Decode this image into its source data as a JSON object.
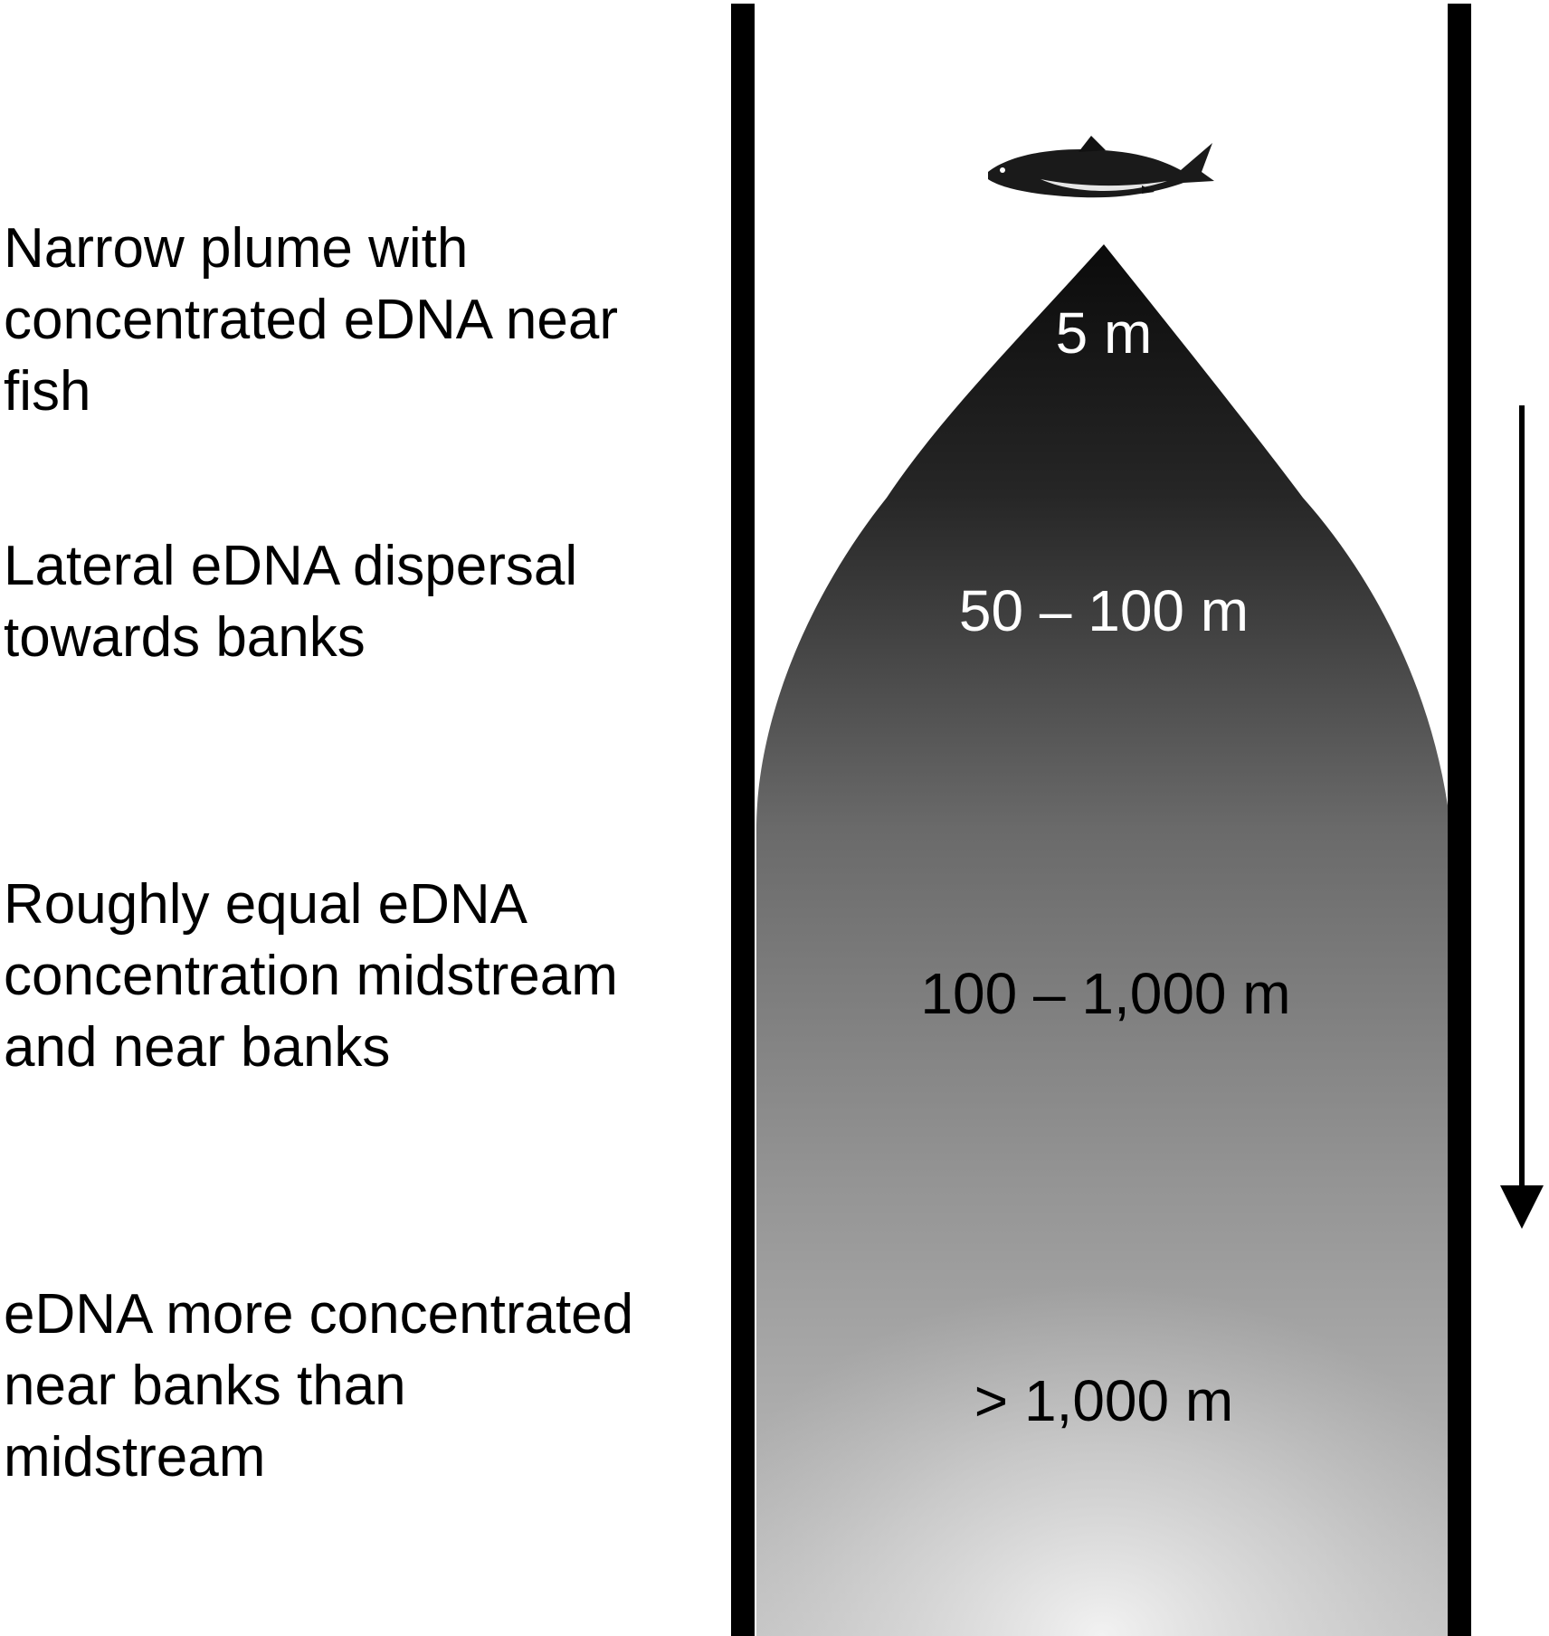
{
  "stages": [
    {
      "lines": [
        "Narrow plume with",
        "concentrated eDNA near",
        "fish"
      ],
      "distance": "5 m"
    },
    {
      "lines": [
        "Lateral eDNA dispersal",
        "towards banks"
      ],
      "distance": "50 – 100 m"
    },
    {
      "lines": [
        "Roughly equal eDNA",
        "concentration midstream",
        "and near banks"
      ],
      "distance": "100 – 1,000 m"
    },
    {
      "lines": [
        "eDNA more concentrated",
        "near banks than",
        "midstream"
      ],
      "distance": "> 1,000 m"
    }
  ],
  "icons": {
    "source": "fish-icon",
    "flow": "arrow-down-icon"
  },
  "colors": {
    "plume_top": "#0b0b0b",
    "plume_mid": "#6a6a6a",
    "plume_bottom": "#f2f2f2",
    "bank": "#000000",
    "distance_text_light": "#ffffff",
    "distance_text_dark": "#000000"
  }
}
